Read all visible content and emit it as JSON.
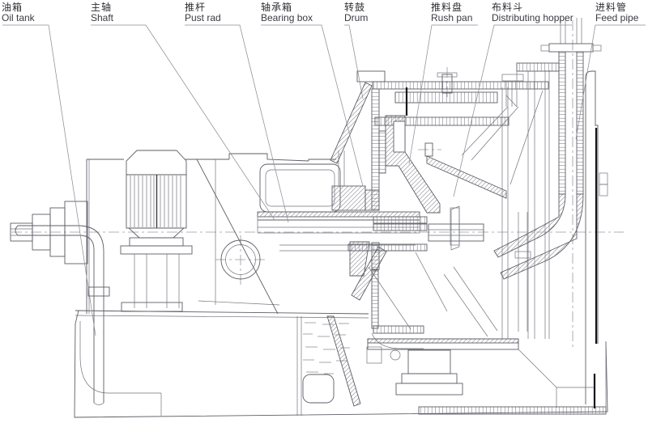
{
  "diagram": {
    "type": "technical-cross-section",
    "subject": "pusher centrifuge sectional drawing",
    "colors": {
      "background": "#ffffff",
      "line": "#5d5e66",
      "leader": "#8f8f96",
      "centerline": "#9a9aa1",
      "text": "#2e2e33",
      "accent_dark": "#16161a"
    },
    "labels": [
      {
        "cn": "油箱",
        "en": "Oil tank"
      },
      {
        "cn": "主轴",
        "en": "Shaft"
      },
      {
        "cn": "推杆",
        "en": "Pust rad"
      },
      {
        "cn": "轴承箱",
        "en": "Bearing box"
      },
      {
        "cn": "转鼓",
        "en": "Drum"
      },
      {
        "cn": "推料盘",
        "en": "Rush pan"
      },
      {
        "cn": "布料斗",
        "en": "Distributing hopper"
      },
      {
        "cn": "进料管",
        "en": "Feed pipe"
      }
    ]
  }
}
